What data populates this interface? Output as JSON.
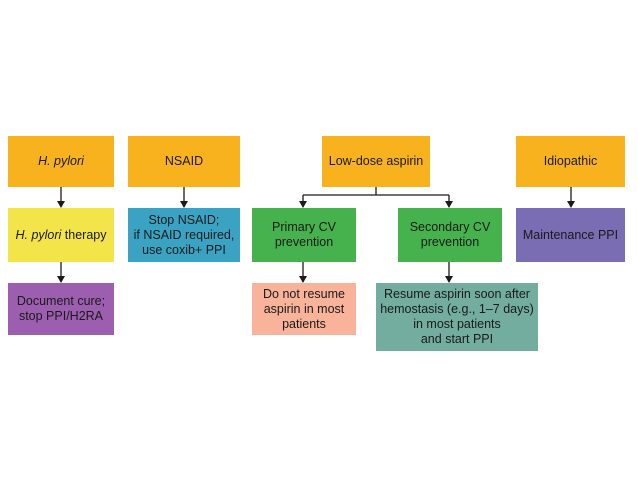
{
  "diagram": {
    "nodes": {
      "hpylori": {
        "label_italic": "H. pylori",
        "label": ""
      },
      "hpylori_therapy": {
        "label_italic": "H. pylori",
        "label": " therapy"
      },
      "document_cure": {
        "label": "Document cure;\nstop PPI/H2RA"
      },
      "nsaid": {
        "label": "NSAID"
      },
      "stop_nsaid": {
        "label": "Stop NSAID;\nif NSAID required,\nuse coxib+ PPI"
      },
      "aspirin": {
        "label": "Low-dose aspirin"
      },
      "primary_cv": {
        "label": "Primary CV\nprevention"
      },
      "secondary_cv": {
        "label": "Secondary CV\nprevention"
      },
      "do_not_resume": {
        "label": "Do not resume\naspirin in most\npatients"
      },
      "resume_aspirin": {
        "label": "Resume aspirin soon after\nhemostasis (e.g., 1–7 days)\nin most patients\nand start PPI"
      },
      "idiopathic": {
        "label": "Idiopathic"
      },
      "maintenance_ppi": {
        "label": "Maintenance PPI"
      }
    },
    "colors": {
      "orange": "#f7b21e",
      "yellow": "#f3e44a",
      "purple": "#9c5fb0",
      "blue": "#3aa3c4",
      "green": "#46b24d",
      "salmon": "#f8b39a",
      "teal": "#72ad9f",
      "slate": "#7b6db3"
    }
  }
}
